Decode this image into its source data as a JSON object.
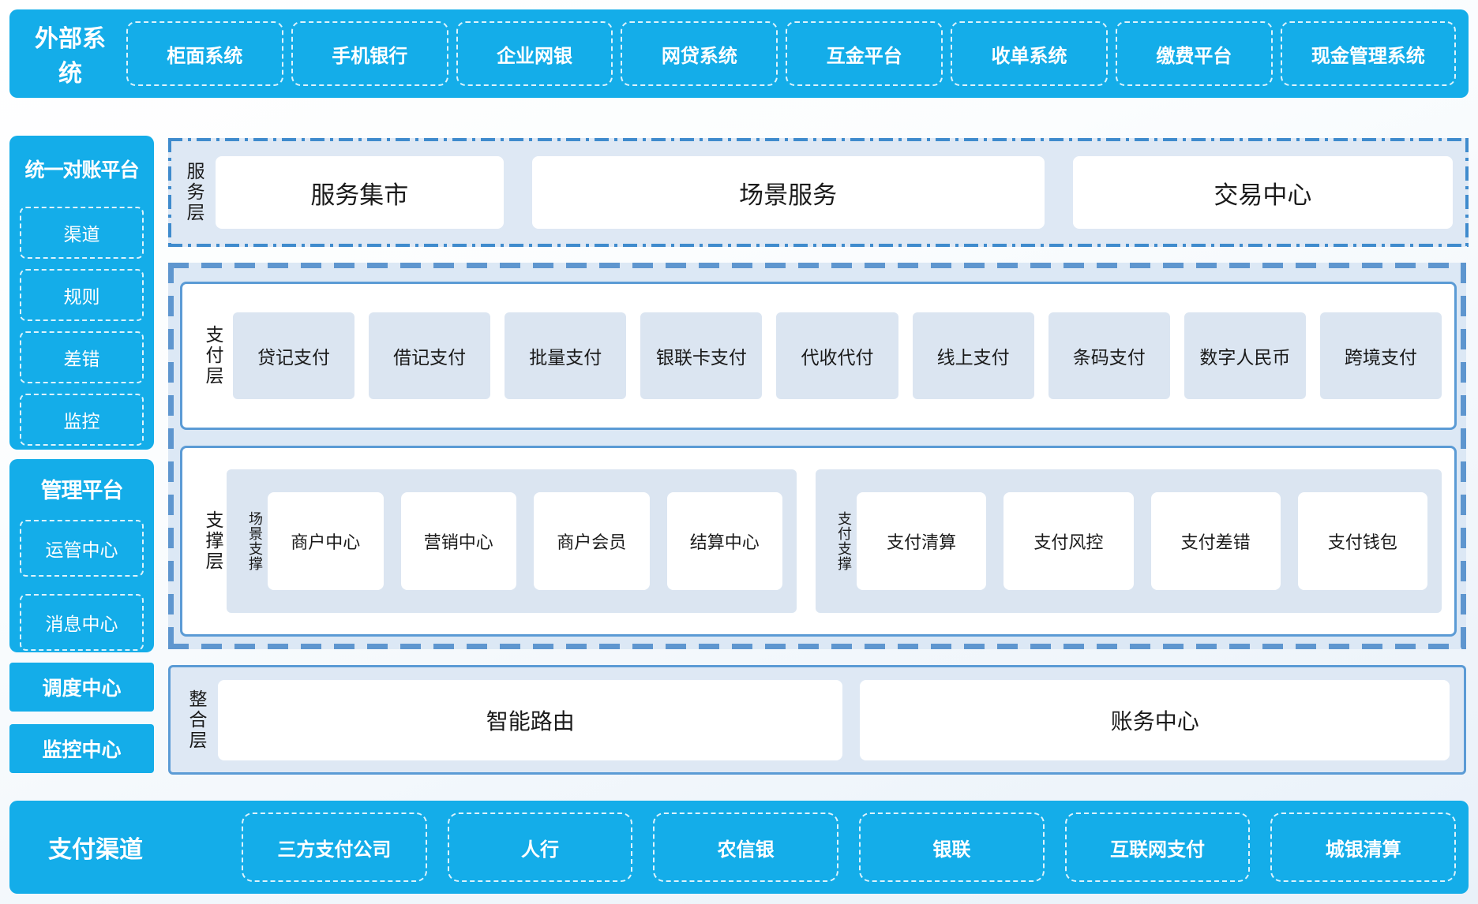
{
  "top_bar": {
    "title": "外部系统",
    "items": [
      "柜面系统",
      "手机银行",
      "企业网银",
      "网贷系统",
      "互金平台",
      "收单系统",
      "缴费平台",
      "现金管理系统"
    ]
  },
  "sidebar": {
    "reconciliation": {
      "title": "统一对账平台",
      "items": [
        "渠道",
        "规则",
        "差错",
        "监控"
      ]
    },
    "management": {
      "title": "管理平台",
      "items": [
        "运管中心",
        "消息中心"
      ]
    },
    "scheduler": "调度中心",
    "monitor": "监控中心"
  },
  "layers": {
    "service": {
      "label": "服务层",
      "boxes": [
        "服务集市",
        "场景服务",
        "交易中心"
      ]
    },
    "payment": {
      "label": "支付层",
      "boxes": [
        "贷记支付",
        "借记支付",
        "批量支付",
        "银联卡支付",
        "代收代付",
        "线上支付",
        "条码支付",
        "数字人民币",
        "跨境支付"
      ]
    },
    "support": {
      "label": "支撑层",
      "groups": [
        {
          "label": "场景支撑",
          "boxes": [
            "商户中心",
            "营销中心",
            "商户会员",
            "结算中心"
          ]
        },
        {
          "label": "支付支撑",
          "boxes": [
            "支付清算",
            "支付风控",
            "支付差错",
            "支付钱包"
          ]
        }
      ]
    },
    "integration": {
      "label": "整合层",
      "boxes": [
        "智能路由",
        "账务中心"
      ]
    }
  },
  "bottom_bar": {
    "title": "支付渠道",
    "items": [
      "三方支付公司",
      "人行",
      "农信银",
      "银联",
      "互联网支付",
      "城银清算"
    ]
  },
  "colors": {
    "accent": "#14ade9",
    "panel": "#dbe5f1",
    "section_bg": "#dee8f4",
    "frame_border": "#5b9bd5",
    "dashdot_border": "#3f8bcd"
  }
}
